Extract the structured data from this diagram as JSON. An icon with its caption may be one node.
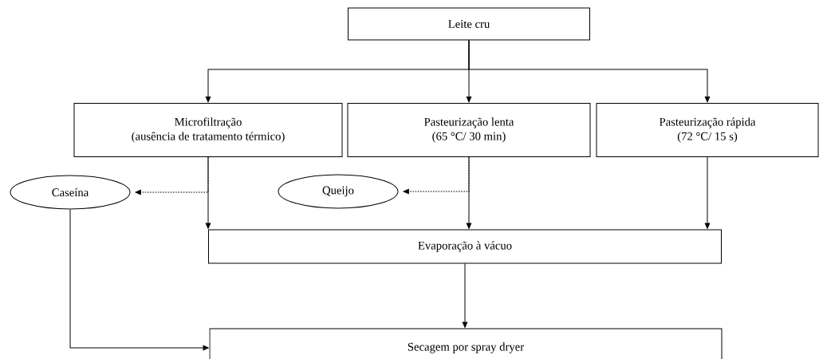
{
  "diagram": {
    "nodes": [
      {
        "text": [
          "Leite cru"
        ]
      },
      {
        "text": [
          "Microfiltração",
          "(ausência de tratamento térmico)"
        ]
      },
      {
        "text": [
          "Pasteurização lenta",
          "(65 °C/ 30 min)"
        ]
      },
      {
        "text": [
          "Pasteurização rápida",
          "(72 °C/ 15 s)"
        ]
      },
      {
        "text": [
          "Caseína"
        ]
      },
      {
        "text": [
          "Queijo"
        ]
      },
      {
        "text": [
          "Evaporação à vácuo"
        ]
      },
      {
        "text": [
          "Secagem por spray dryer"
        ]
      }
    ],
    "edges": [
      {
        "from": 0,
        "to": 1,
        "arrow": "to"
      },
      {
        "from": 0,
        "to": 2,
        "arrow": "to"
      },
      {
        "from": 0,
        "to": 3,
        "arrow": "to"
      },
      {
        "from": 1,
        "to": 4,
        "arrow": "to",
        "style": "dashed"
      },
      {
        "from": 2,
        "to": 5,
        "arrow": "to",
        "style": "dashed"
      },
      {
        "from": 1,
        "to": 6,
        "arrow": "to"
      },
      {
        "from": 2,
        "to": 6,
        "arrow": "to"
      },
      {
        "from": 3,
        "to": 6,
        "arrow": "to"
      },
      {
        "from": 6,
        "to": 7,
        "arrow": "to"
      },
      {
        "from": 4,
        "to": 7,
        "arrow": "to"
      }
    ]
  }
}
